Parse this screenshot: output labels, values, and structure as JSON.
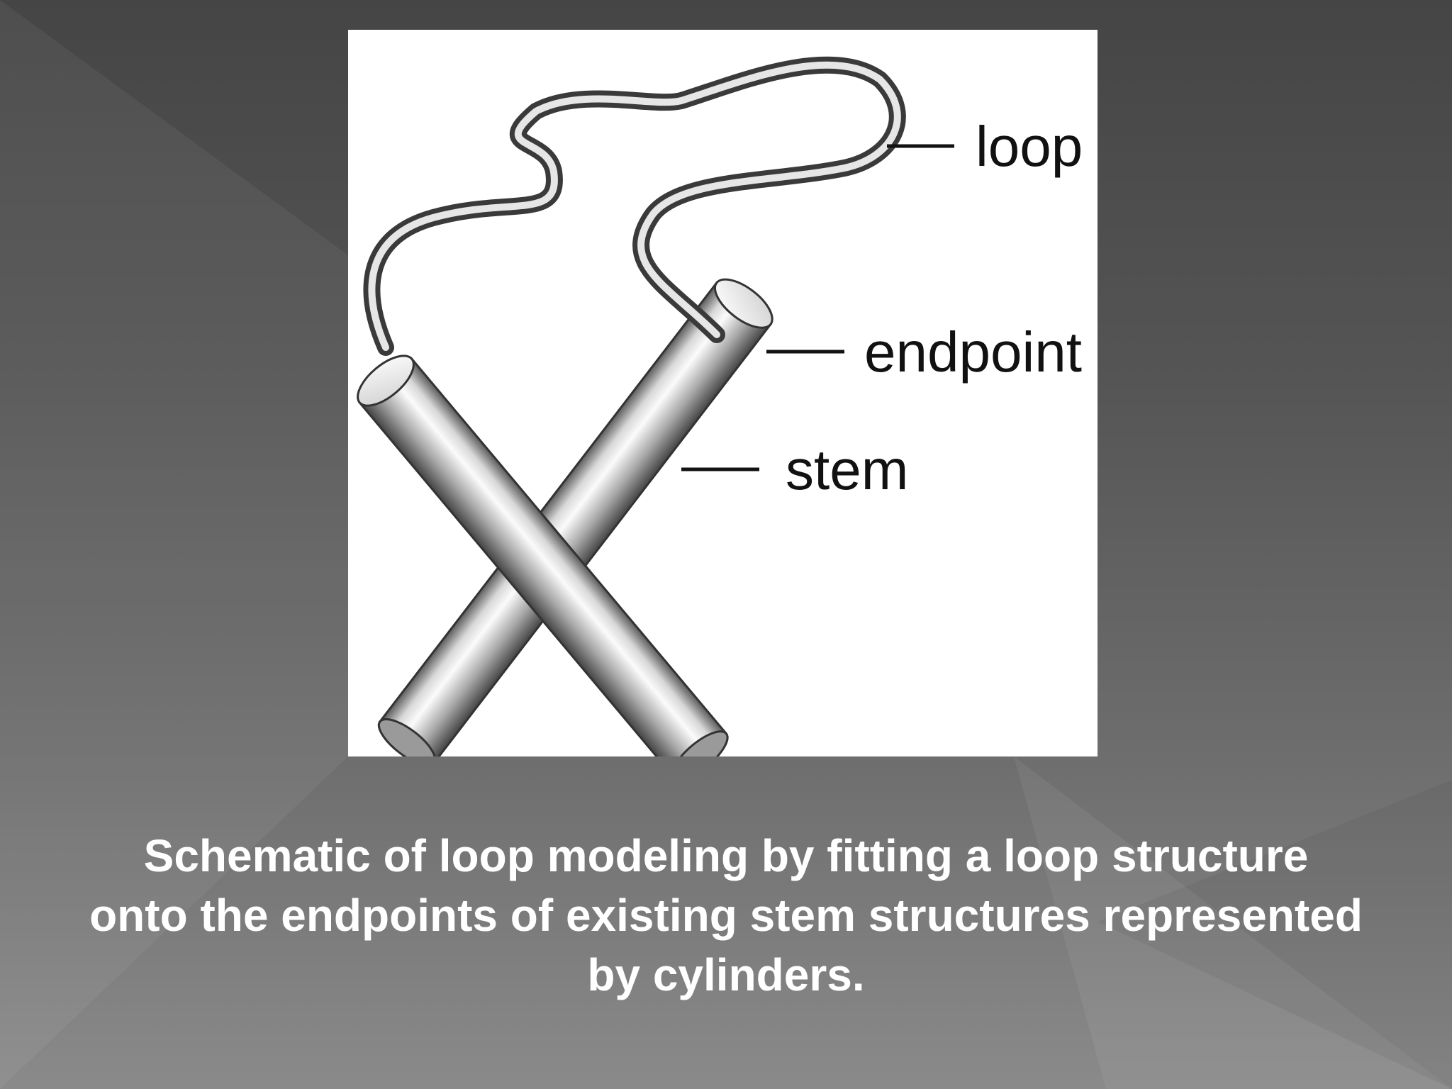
{
  "diagram": {
    "labels": {
      "loop": "loop",
      "endpoint": "endpoint",
      "stem": "stem"
    }
  },
  "caption": {
    "line1": "Schematic of loop modeling by fitting a loop structure",
    "line2": "onto the endpoints of existing stem structures represented",
    "line3": "by cylinders."
  },
  "colors": {
    "text_caption": "#ffffff",
    "panel_bg": "#ffffff"
  }
}
